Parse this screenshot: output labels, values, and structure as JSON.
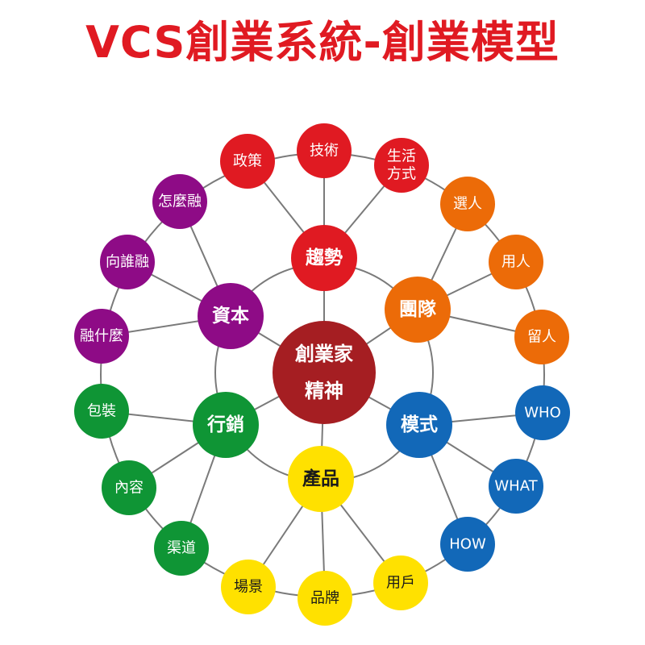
{
  "title": "VCS創業系統-創業模型",
  "colors": {
    "title": "#e01a22",
    "red": "#e01a22",
    "purple": "#8e0b86",
    "orange": "#ec6b08",
    "blue": "#1268b8",
    "green": "#0f9535",
    "yellow": "#ffe100",
    "darkred": "#a51e22",
    "line": "#7a7a7a"
  },
  "center": {
    "id": "center",
    "lines": [
      "創業家",
      "精神"
    ]
  },
  "hubs": [
    {
      "id": "trend",
      "label": "趨勢",
      "color": "red"
    },
    {
      "id": "team",
      "label": "團隊",
      "color": "orange"
    },
    {
      "id": "model",
      "label": "模式",
      "color": "blue"
    },
    {
      "id": "product",
      "label": "產品",
      "color": "yellow"
    },
    {
      "id": "market",
      "label": "行銷",
      "color": "green"
    },
    {
      "id": "capital",
      "label": "資本",
      "color": "purple"
    }
  ],
  "leaves": [
    {
      "id": "policy",
      "hub": "trend",
      "lines": [
        "政策"
      ]
    },
    {
      "id": "tech",
      "hub": "trend",
      "lines": [
        "技術"
      ]
    },
    {
      "id": "lifestyle",
      "hub": "trend",
      "lines": [
        "生活",
        "方式"
      ]
    },
    {
      "id": "select",
      "hub": "team",
      "lines": [
        "選人"
      ]
    },
    {
      "id": "use",
      "hub": "team",
      "lines": [
        "用人"
      ]
    },
    {
      "id": "keep",
      "hub": "team",
      "lines": [
        "留人"
      ]
    },
    {
      "id": "who",
      "hub": "model",
      "lines": [
        "WHO"
      ]
    },
    {
      "id": "what",
      "hub": "model",
      "lines": [
        "WHAT"
      ]
    },
    {
      "id": "how",
      "hub": "model",
      "lines": [
        "HOW"
      ]
    },
    {
      "id": "user",
      "hub": "product",
      "lines": [
        "用戶"
      ]
    },
    {
      "id": "brand",
      "hub": "product",
      "lines": [
        "品牌"
      ]
    },
    {
      "id": "scene",
      "hub": "product",
      "lines": [
        "場景"
      ]
    },
    {
      "id": "channel",
      "hub": "market",
      "lines": [
        "渠道"
      ]
    },
    {
      "id": "content",
      "hub": "market",
      "lines": [
        "內容"
      ]
    },
    {
      "id": "package",
      "hub": "market",
      "lines": [
        "包裝"
      ]
    },
    {
      "id": "fundwhat",
      "hub": "capital",
      "lines": [
        "融什麼"
      ]
    },
    {
      "id": "fundwho",
      "hub": "capital",
      "lines": [
        "向誰融"
      ]
    },
    {
      "id": "fundhow",
      "hub": "capital",
      "lines": [
        "怎麼融"
      ]
    }
  ]
}
